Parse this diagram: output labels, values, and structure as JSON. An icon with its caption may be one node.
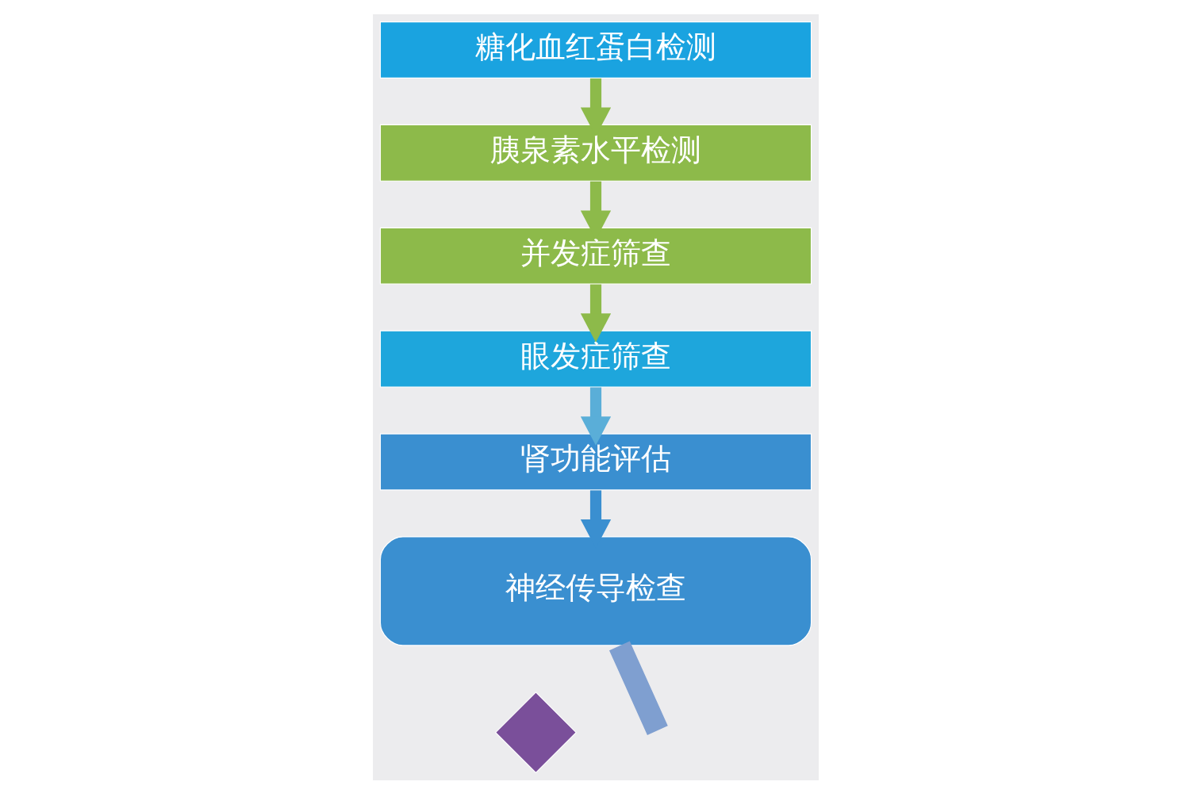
{
  "diagram": {
    "nodes": [
      {
        "text": [
          "糖化血红蛋白检测"
        ]
      },
      {
        "text": [
          "胰泉素水平检测"
        ]
      },
      {
        "text": [
          "并发症筛查"
        ]
      },
      {
        "text": [
          "眼发症筛查"
        ]
      },
      {
        "text": [
          "肾功能评估"
        ]
      },
      {
        "text": [
          "神经传导检查"
        ]
      },
      {
        "text": [],
        "shape": "diamond"
      }
    ],
    "edges": [
      {
        "from": 0,
        "to": 1,
        "arrow": "to"
      },
      {
        "from": 1,
        "to": 2,
        "arrow": "to"
      },
      {
        "from": 2,
        "to": 3,
        "arrow": "to"
      },
      {
        "from": 3,
        "to": 4,
        "arrow": "to",
        "color": "#5aaed8"
      },
      {
        "from": 4,
        "to": 5,
        "arrow": "to",
        "color": "#3a8fd0"
      },
      {
        "from": 5,
        "to": null,
        "arrow": "none",
        "style": "thick",
        "color": "#7f9fd0"
      }
    ]
  }
}
